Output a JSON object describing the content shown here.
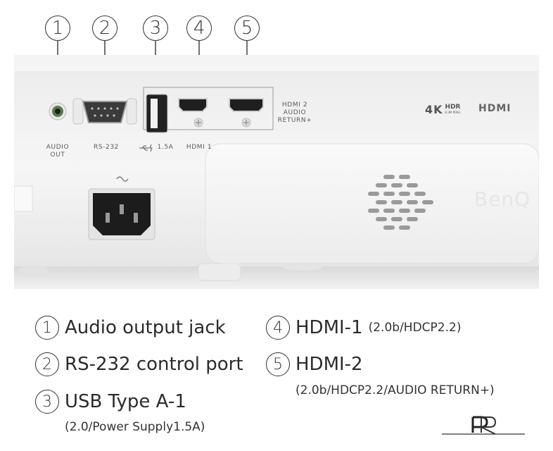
{
  "markers": [
    "1",
    "2",
    "3",
    "4",
    "5"
  ],
  "panel_labels": {
    "audio_out": "AUDIO\nOUT",
    "rs232": "RS-232",
    "usb": "1.5A",
    "hdmi1": "HDMI 1",
    "hdmi2": "HDMI 2\nAUDIO\nRETURN+"
  },
  "badges": {
    "uhd": "4K",
    "hdr": "HDR",
    "hdr_sub": "8.3M PIXEL",
    "hdmi_logo": "HDMI",
    "brand": "BenQ"
  },
  "legend": [
    {
      "num": "1",
      "label": "Audio output jack",
      "spec": ""
    },
    {
      "num": "2",
      "label": "RS-232 control port",
      "spec": ""
    },
    {
      "num": "3",
      "label": "USB Type A-1",
      "spec": "(2.0/Power Supply1.5A)"
    },
    {
      "num": "4",
      "label": "HDMI-1",
      "spec": "(2.0b/HDCP2.2)"
    },
    {
      "num": "5",
      "label": "HDMI-2",
      "spec": "(2.0b/HDCP2.2/AUDIO RETURN+)"
    }
  ],
  "colors": {
    "body": "#f3f3f3",
    "panel": "#f7f7f7",
    "port_dark": "#222222",
    "label": "#5a5a5a"
  }
}
